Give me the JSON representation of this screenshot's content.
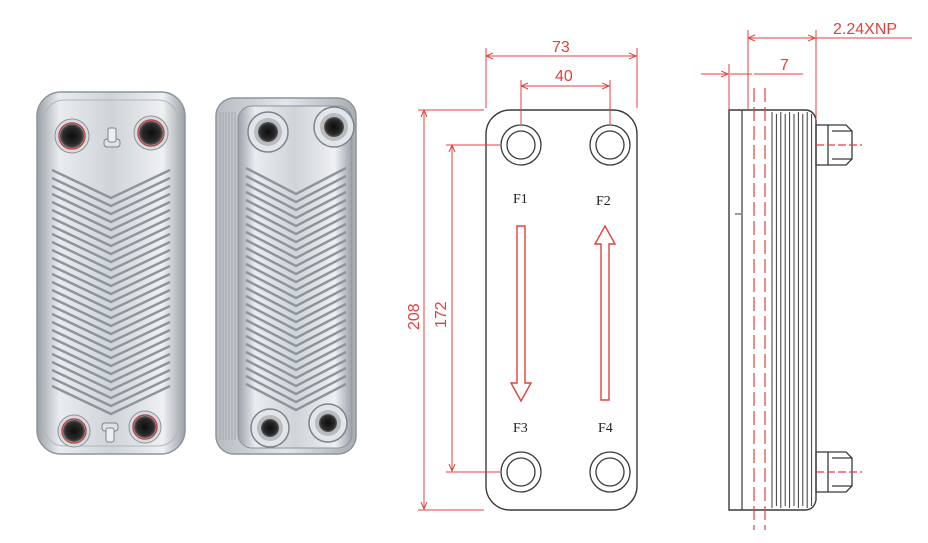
{
  "colors": {
    "dimension": "#e0403f",
    "outline": "#3a3a3a",
    "steel_light": "#eef0f2",
    "steel_mid": "#c3c8cd",
    "steel_dark": "#8d949b",
    "port_hole": "#1a1a1a"
  },
  "icons": {
    "photo_front": "heat-exchanger-front-photo",
    "photo_back": "heat-exchanger-back-photo"
  },
  "front_view": {
    "dimensions": {
      "overall_width": "73",
      "port_spacing": "40",
      "overall_height": "208",
      "port_height_spacing": "172"
    },
    "ports": [
      {
        "label": "F1",
        "flow": "down"
      },
      {
        "label": "F2",
        "flow": "up"
      },
      {
        "label": "F3",
        "flow": ""
      },
      {
        "label": "F4",
        "flow": ""
      }
    ]
  },
  "side_view": {
    "dimensions": {
      "thread": "2.24XNP",
      "thickness": "7"
    }
  }
}
